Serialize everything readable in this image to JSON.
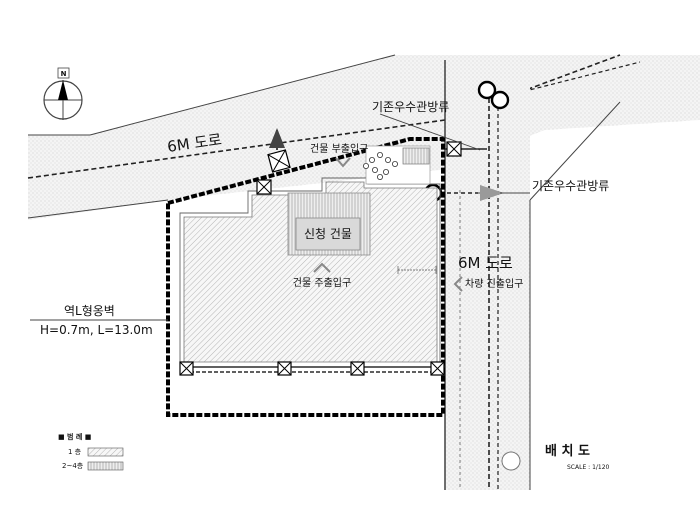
{
  "labels": {
    "road_top": "6M 도로",
    "road_right": "6M 도로",
    "existing_drain_top": "기존우수관방류",
    "existing_drain_right": "기존우수관방류",
    "building_sub_entrance": "건물 부출입구",
    "new_building": "신청 건물",
    "building_main_entrance": "건물 주출입구",
    "vehicle_entrance": "차량 진출입구",
    "retaining_wall_title": "역L형옹벽",
    "retaining_wall_dims": "H=0.7m, L=13.0m",
    "north": "N"
  },
  "legend": {
    "title": "■ 범 례 ■",
    "items": [
      {
        "label": "1 층"
      },
      {
        "label": "2~4층"
      }
    ]
  },
  "title_block": {
    "title": "배 치 도",
    "scale": "SCALE : 1/120"
  }
}
